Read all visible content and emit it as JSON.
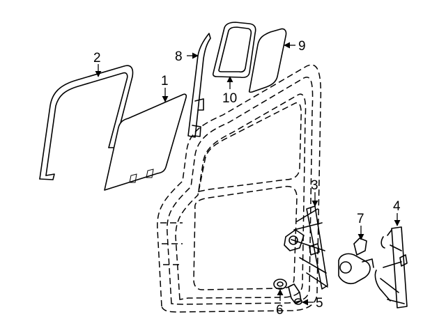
{
  "callouts": [
    {
      "id": "callout-1",
      "label": "1"
    },
    {
      "id": "callout-2",
      "label": "2"
    },
    {
      "id": "callout-3",
      "label": "3"
    },
    {
      "id": "callout-4",
      "label": "4"
    },
    {
      "id": "callout-5",
      "label": "5"
    },
    {
      "id": "callout-6",
      "label": "6"
    },
    {
      "id": "callout-7",
      "label": "7"
    },
    {
      "id": "callout-8",
      "label": "8"
    },
    {
      "id": "callout-9",
      "label": "9"
    },
    {
      "id": "callout-10",
      "label": "10"
    }
  ],
  "colors": {
    "line": "#000000",
    "background": "#ffffff"
  }
}
